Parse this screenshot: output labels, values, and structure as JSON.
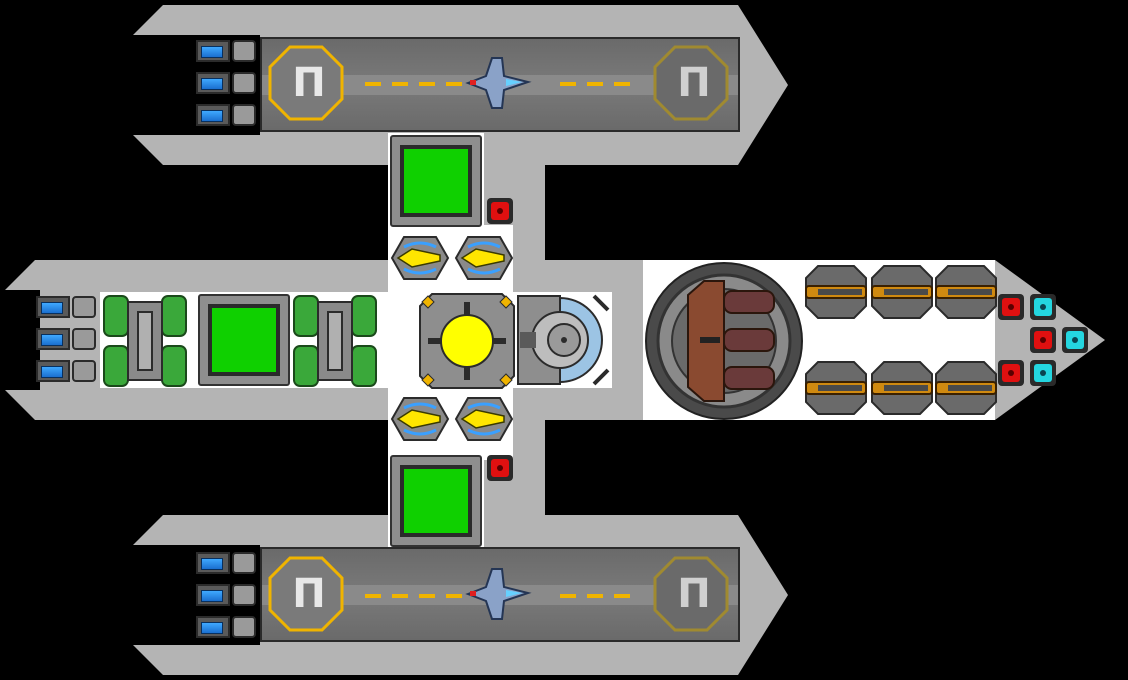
{
  "scene": {
    "title": "",
    "colors": {
      "hull": "#b4b4b4",
      "hull_dark": "#9a9a9a",
      "deck_white": "#ffffff",
      "lane": "#727272",
      "pad_ring": "#f0b400",
      "green_core": "#0fd000",
      "reactor_yellow": "#ffff00",
      "red_node": "#e01010",
      "cyan_node": "#24d6e0",
      "thruster_blue": "#2f8fff",
      "turret_brown": "#8a4a30",
      "cannon_orange": "#d08a10"
    }
  },
  "hangar_top": {
    "pad_left_label": "Π",
    "pad_right_label": "Π",
    "fighter_icon": "fighter-ship-icon"
  },
  "hangar_bottom": {
    "pad_left_label": "Π",
    "pad_right_label": "Π",
    "fighter_icon": "fighter-ship-icon"
  },
  "modules": {
    "core_icon": "green-square-icon",
    "reactor_icon": "reactor-core-icon",
    "turret_icon": "heavy-turret-icon",
    "radar_icon": "radar-dish-icon",
    "tank_icon": "fuel-tank-icon",
    "thruster_icon": "thruster-icon",
    "cannon_icon": "autocannon-icon",
    "zap_icon": "energy-blaster-icon",
    "red_node_icon": "red-node-icon",
    "cyan_node_icon": "cyan-node-icon"
  }
}
